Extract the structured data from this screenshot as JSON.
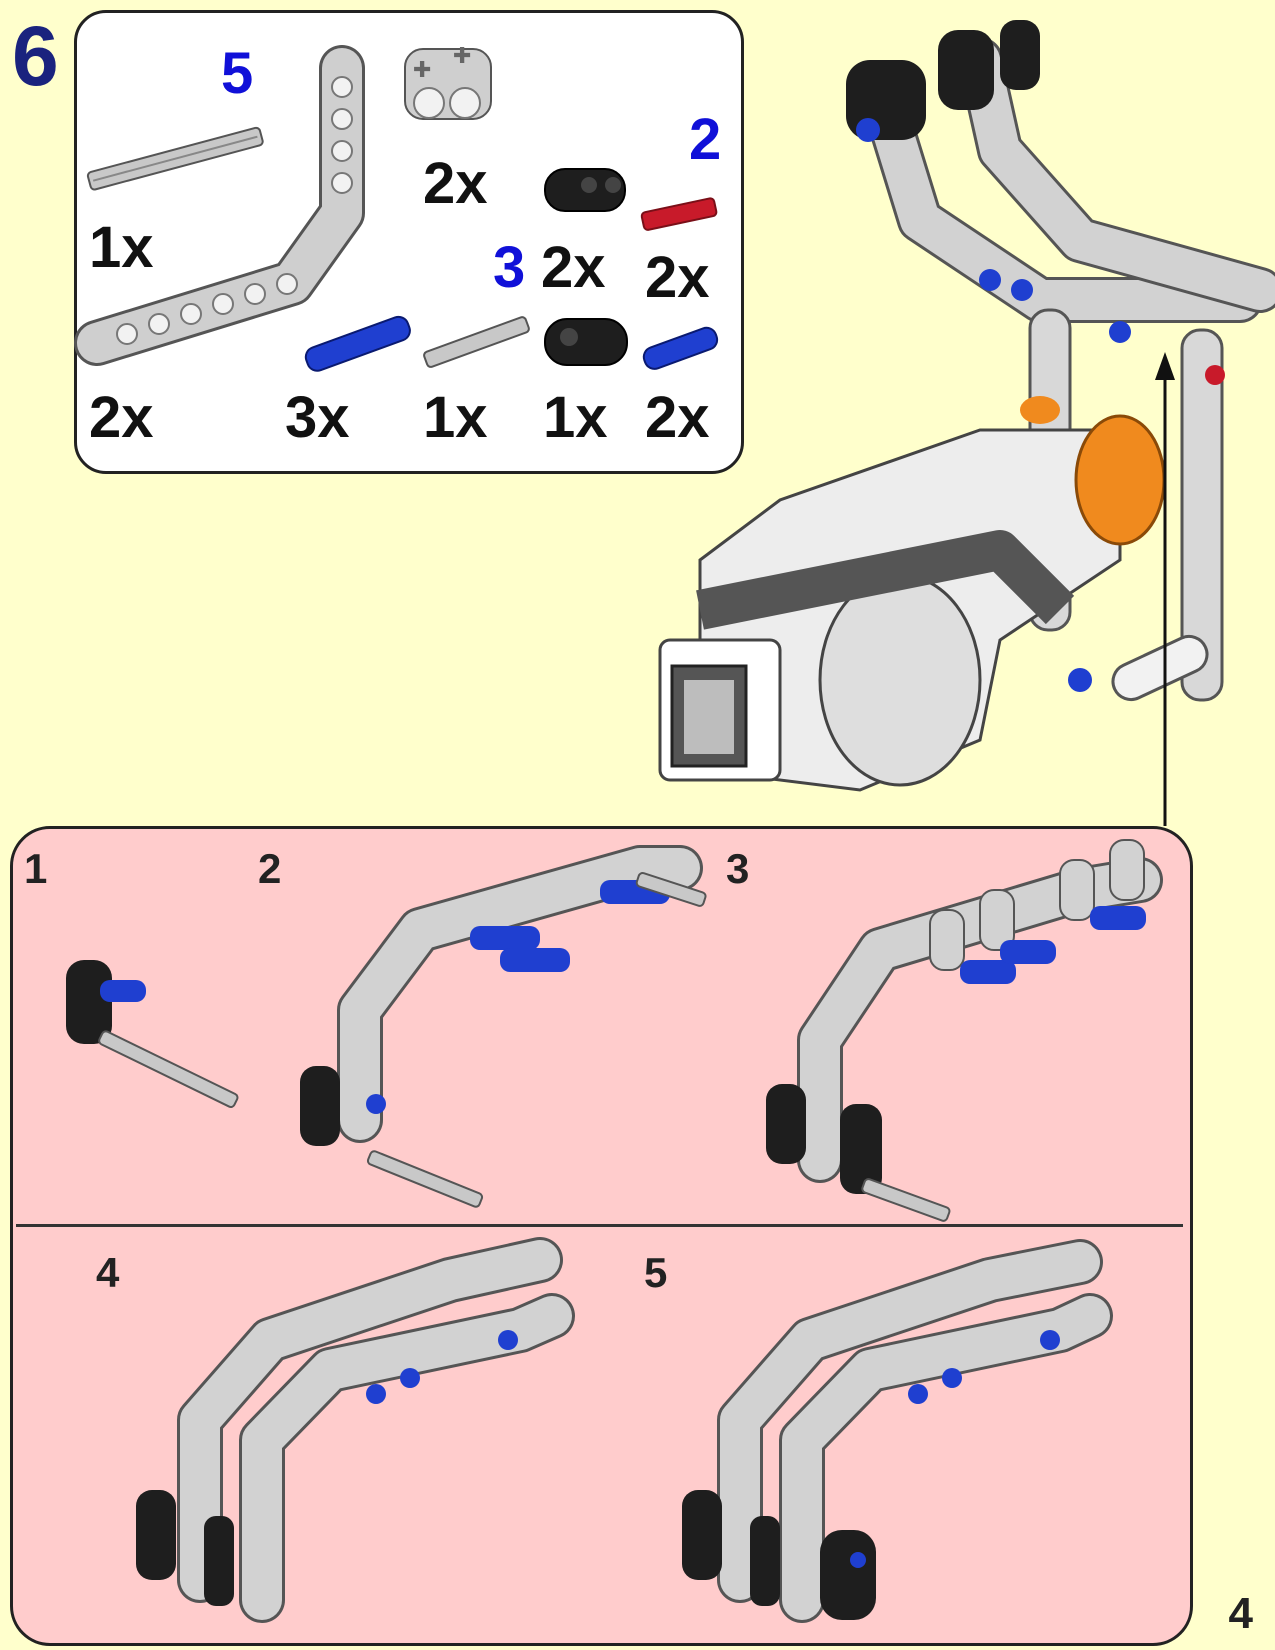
{
  "step": {
    "number": "6"
  },
  "parts": [
    {
      "name": "axle",
      "length": "5",
      "quantity": "1x"
    },
    {
      "name": "bent-beam",
      "quantity": "2x"
    },
    {
      "name": "cross-block",
      "quantity": "2x"
    },
    {
      "name": "black-axle-pin-connector",
      "quantity": "2x"
    },
    {
      "name": "red-axle",
      "length": "2",
      "quantity": "2x"
    },
    {
      "name": "blue-axle-pin",
      "quantity": "3x"
    },
    {
      "name": "axle",
      "length": "3",
      "quantity": "1x"
    },
    {
      "name": "black-cross-connector",
      "quantity": "1x"
    },
    {
      "name": "blue-pin",
      "quantity": "2x"
    }
  ],
  "substeps": [
    "1",
    "2",
    "3",
    "4",
    "5"
  ],
  "page": {
    "number": "4"
  },
  "colors": {
    "background": "#ffffcc",
    "substep_background": "#ffcccc",
    "step_number": "#1a237e",
    "length_label": "#1010d8",
    "part_blue": "#1f3fd0",
    "part_red": "#c81a2a",
    "part_orange": "#f08a1e",
    "part_gray": "#c8c8c8",
    "part_black": "#1e1e1e"
  },
  "icons": [
    "arrow-up-icon"
  ]
}
